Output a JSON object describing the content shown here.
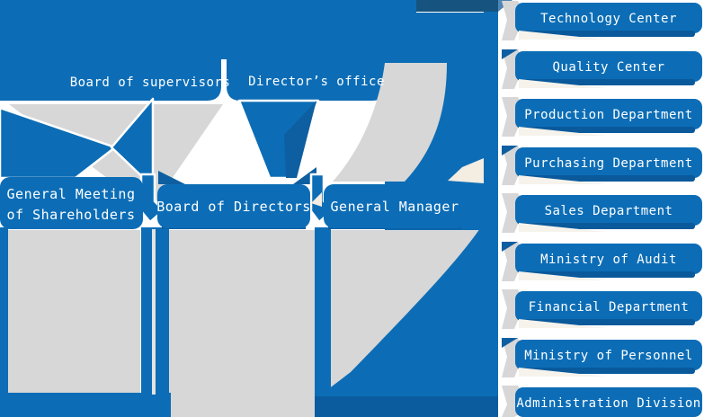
{
  "palette": {
    "main_blue": "#0C6DB6",
    "dark_navy": "#16537F",
    "flow_dark": "#0E5FA1",
    "shadow_blue": "#09599B",
    "bottom_dark": "#0A5C9E",
    "gray": "#D7D7D7",
    "light_gray": "#E3E3E0",
    "cream": "#F3EDE2",
    "paper": "#F6F3EC",
    "sky_blue": "#4E86B4",
    "white": "#FFFFFF"
  },
  "top_row": {
    "board_of_supervisors": "Board of supervisors",
    "directors_office": "Director’s office"
  },
  "middle_row": {
    "general_meeting_line1": "General Meeting",
    "general_meeting_line2": "of Shareholders",
    "board_of_directors": "Board of Directors",
    "general_manager": "General Manager"
  },
  "departments": [
    {
      "label": "Technology Center"
    },
    {
      "label": "Quality Center"
    },
    {
      "label": "Production Department"
    },
    {
      "label": "Purchasing Department"
    },
    {
      "label": "Sales Department"
    },
    {
      "label": "Ministry of Audit"
    },
    {
      "label": "Financial Department"
    },
    {
      "label": "Ministry of Personnel"
    },
    {
      "label": "Administration Division"
    }
  ]
}
